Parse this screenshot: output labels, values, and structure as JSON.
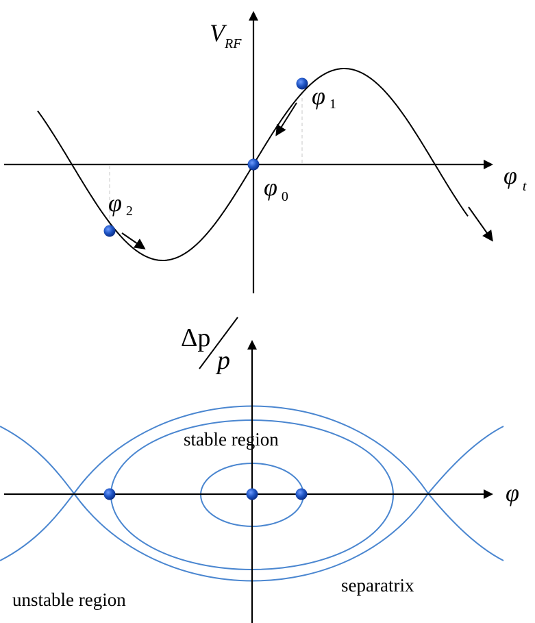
{
  "top_panel": {
    "y_axis_symbol": "V",
    "y_axis_subscript": "RF",
    "x_axis_symbol": "φ",
    "x_axis_subscript": "t",
    "points": [
      {
        "symbol": "φ",
        "subscript": "0"
      },
      {
        "symbol": "φ",
        "subscript": "1"
      },
      {
        "symbol": "φ",
        "subscript": "2"
      }
    ]
  },
  "bottom_panel": {
    "y_axis_numerator": "Δp",
    "y_axis_denominator": "p",
    "x_axis_symbol": "φ",
    "labels": {
      "stable": "stable region",
      "unstable": "unstable region",
      "separatrix": "separatrix"
    }
  },
  "colors": {
    "axis": "#000000",
    "curve": "#000000",
    "orbit": "#4a86d0",
    "marker": "#1f55c4",
    "marker_dark": "#0b2f8a",
    "guide": "#d0d0d0"
  }
}
